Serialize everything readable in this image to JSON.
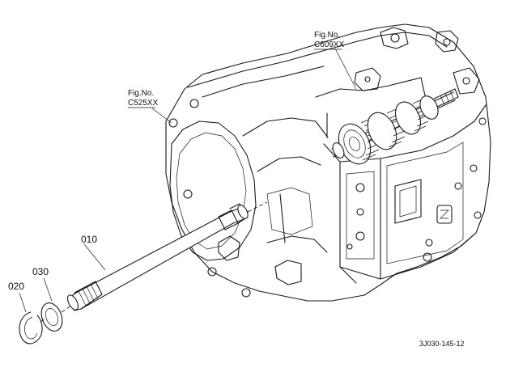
{
  "references": [
    {
      "line1": "Fig.No.",
      "line2": "C609XX"
    },
    {
      "line1": "Fig.No.",
      "line2": "C525XX"
    }
  ],
  "parts": [
    {
      "number": "010"
    },
    {
      "number": "020"
    },
    {
      "number": "030"
    }
  ],
  "drawing_code": "3J030-145-12"
}
